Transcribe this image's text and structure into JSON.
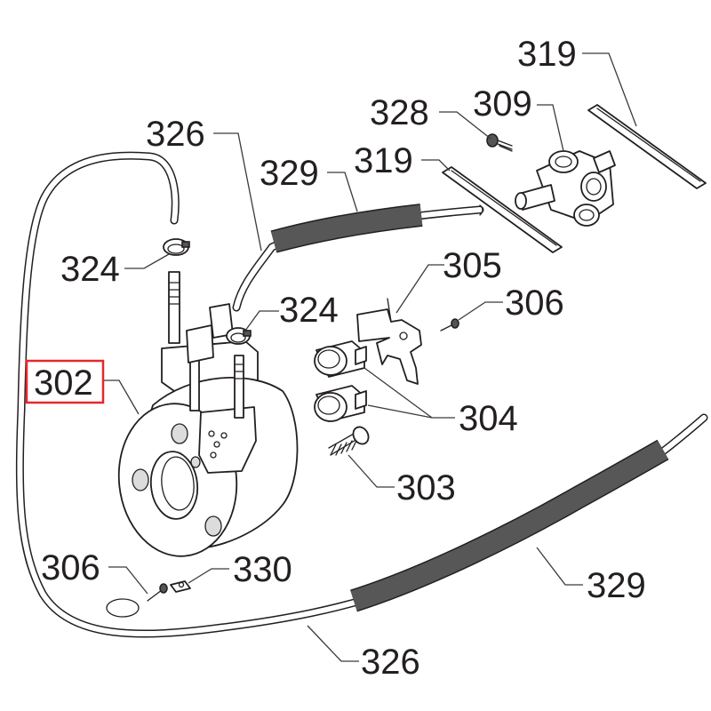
{
  "diagram": {
    "highlight_color": "#e8262a",
    "callouts": [
      {
        "id": "lbl-319-top",
        "text": "319"
      },
      {
        "id": "lbl-309",
        "text": "309"
      },
      {
        "id": "lbl-328",
        "text": "328"
      },
      {
        "id": "lbl-326-top",
        "text": "326"
      },
      {
        "id": "lbl-329-top",
        "text": "329"
      },
      {
        "id": "lbl-319-mid",
        "text": "319"
      },
      {
        "id": "lbl-324-left",
        "text": "324"
      },
      {
        "id": "lbl-305",
        "text": "305"
      },
      {
        "id": "lbl-324-mid",
        "text": "324"
      },
      {
        "id": "lbl-306-right",
        "text": "306"
      },
      {
        "id": "lbl-302",
        "text": "302"
      },
      {
        "id": "lbl-304",
        "text": "304"
      },
      {
        "id": "lbl-303",
        "text": "303"
      },
      {
        "id": "lbl-306-bottom",
        "text": "306"
      },
      {
        "id": "lbl-330",
        "text": "330"
      },
      {
        "id": "lbl-329-bottom",
        "text": "329"
      },
      {
        "id": "lbl-326-bottom",
        "text": "326"
      }
    ],
    "highlighted_part": "302"
  }
}
